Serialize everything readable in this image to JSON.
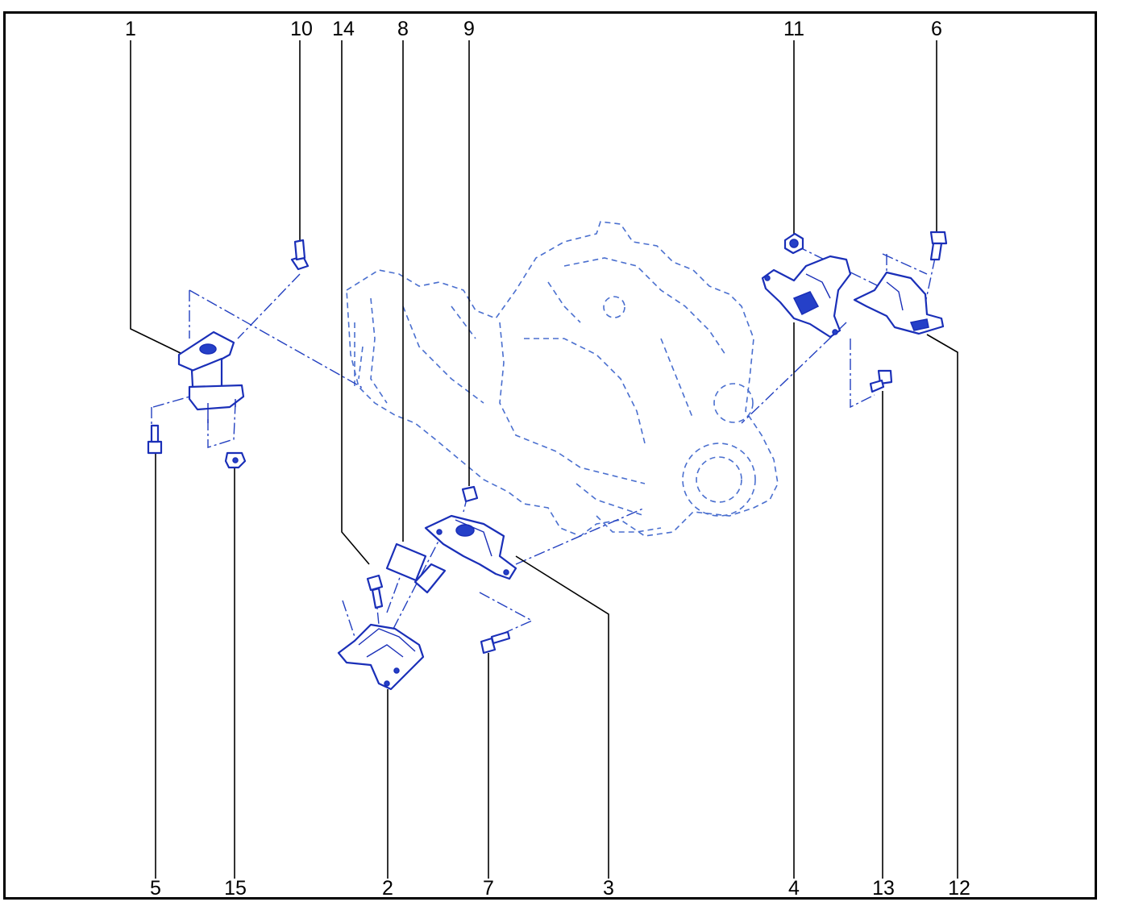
{
  "callouts": {
    "c1": "1",
    "c2": "2",
    "c3": "3",
    "c4": "4",
    "c5": "5",
    "c6": "6",
    "c7": "7",
    "c8": "8",
    "c9": "9",
    "c10": "10",
    "c11": "11",
    "c12": "12",
    "c13": "13",
    "c14": "14",
    "c15": "15"
  },
  "colors": {
    "part": "#1a2fb8",
    "ghost": "#4a6fcf",
    "frame": "#000000"
  }
}
